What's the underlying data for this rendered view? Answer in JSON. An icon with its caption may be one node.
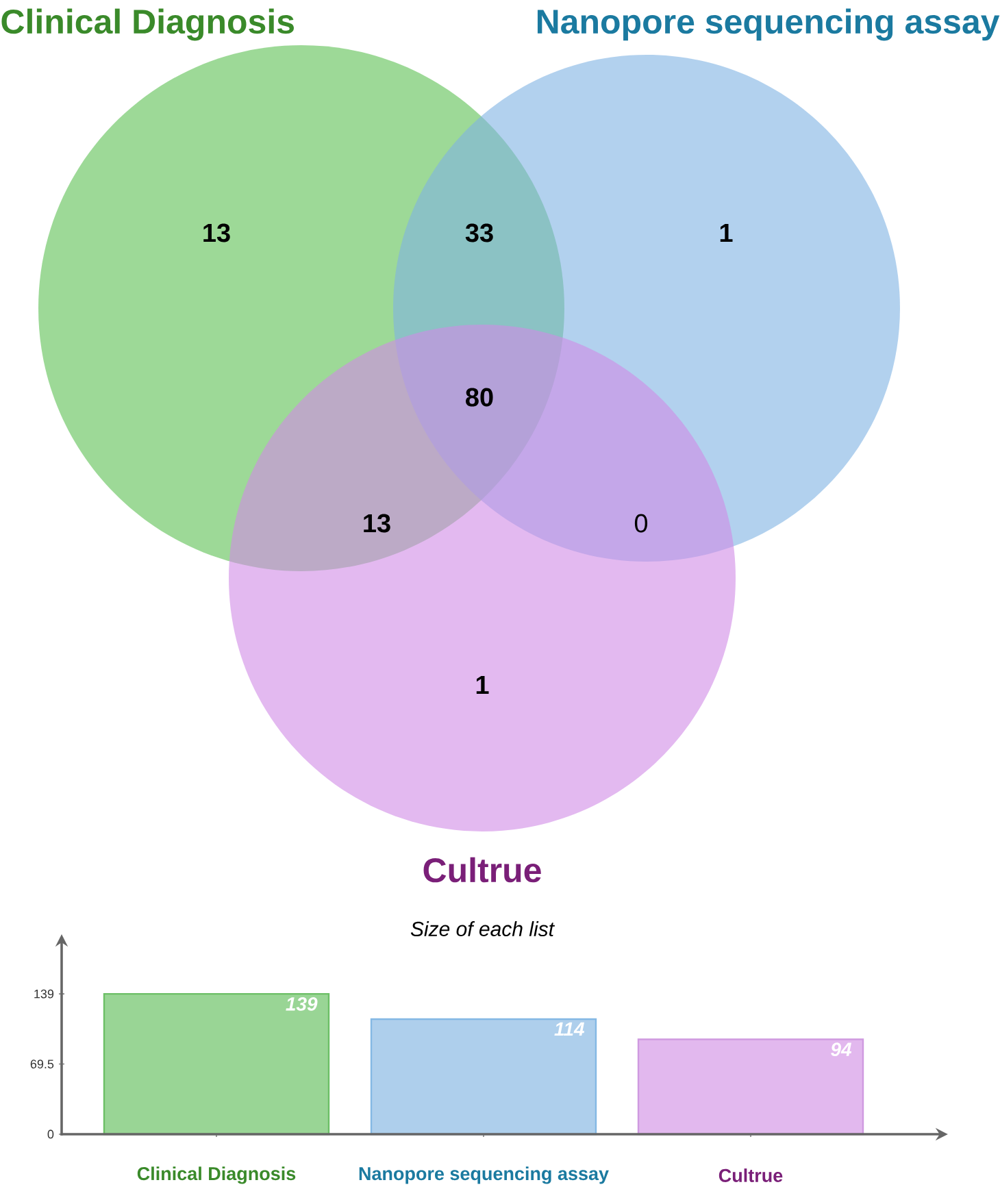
{
  "diagram": {
    "nodes": [
      {
        "text": [
          "Clinical Diagnosis"
        ]
      },
      {
        "text": [
          "Nanopore sequencing assay"
        ]
      },
      {
        "text": [
          "Cultrue"
        ]
      }
    ],
    "edges": [],
    "labels": [
      "13",
      "33",
      "1",
      "80",
      "13",
      "0",
      "1"
    ],
    "chart_data": {
      "type": "bar",
      "title": "Size of each list",
      "categories": [
        "Clinical Diagnosis",
        "Nanopore sequencing assay",
        "Cultrue"
      ],
      "values": [
        139,
        114,
        94
      ],
      "ylim": [
        0,
        190
      ],
      "yticks": [
        0,
        69.5,
        139
      ],
      "data_labels": true
    }
  }
}
